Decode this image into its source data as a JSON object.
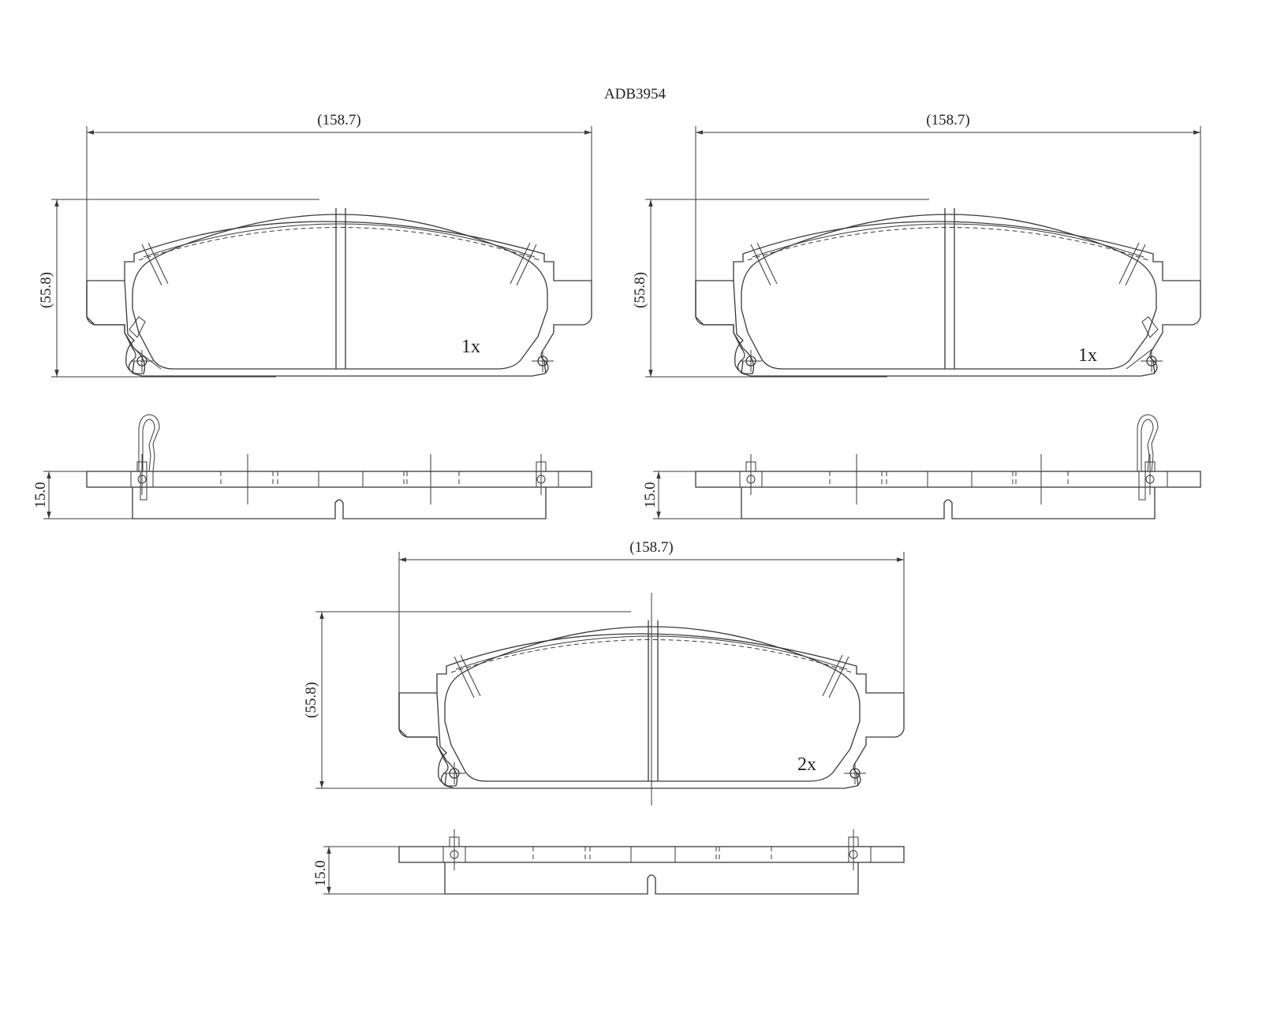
{
  "part_number": "ADB3954",
  "views": {
    "top_left": {
      "width_label": "(158.7)",
      "height_label": "(55.8)",
      "thickness_label": "15.0",
      "quantity": "1x"
    },
    "top_right": {
      "width_label": "(158.7)",
      "height_label": "(55.8)",
      "thickness_label": "15.0",
      "quantity": "1x"
    },
    "bottom": {
      "width_label": "(158.7)",
      "height_label": "(55.8)",
      "thickness_label": "15.0",
      "quantity": "2x"
    }
  },
  "colors": {
    "line": "#3a3a3a",
    "text": "#222222",
    "background": "#ffffff"
  }
}
